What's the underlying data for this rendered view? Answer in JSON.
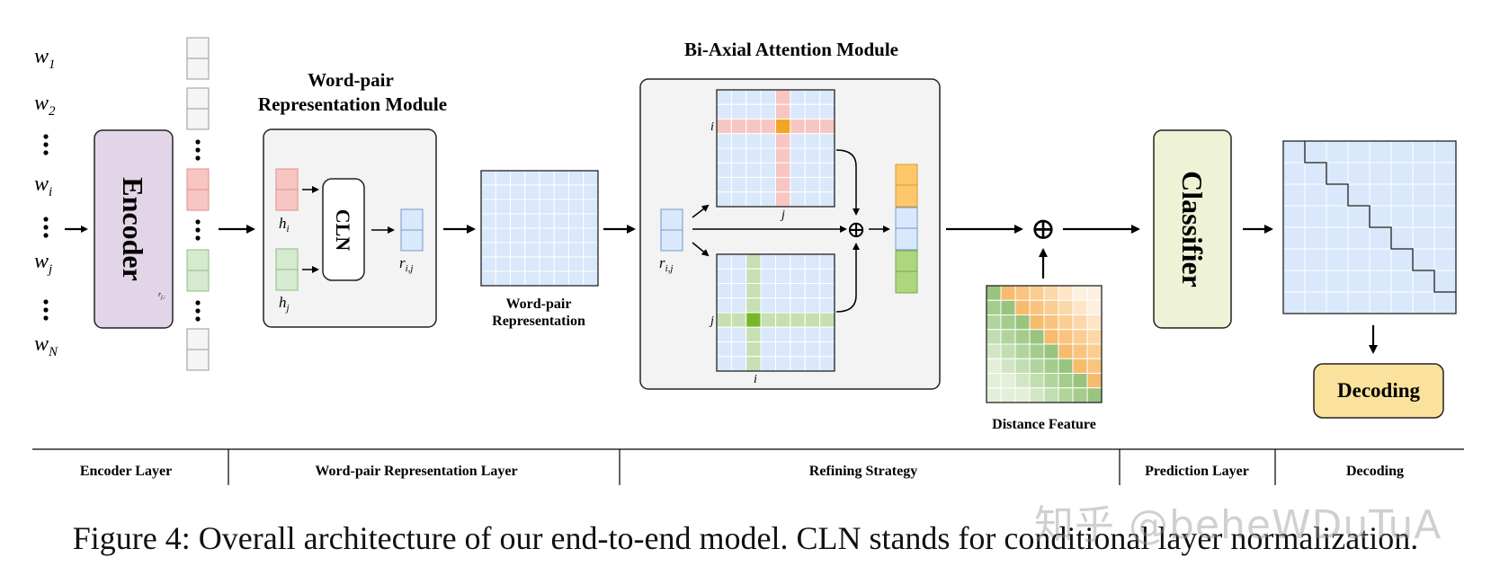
{
  "words": [
    "w1",
    "w2",
    "wi",
    "wj",
    "wN"
  ],
  "encoder": {
    "label": "Encoder",
    "tag": "r j,:"
  },
  "word_pair_module": {
    "title_line1": "Word-pair",
    "title_line2": "Representation Module",
    "cln_label": "CLN",
    "h_i": "h",
    "h_i_sub": "i",
    "h_j": "h",
    "h_j_sub": "j",
    "r_ij": "r",
    "r_ij_sub": "i,j"
  },
  "word_pair_representation": {
    "line1": "Word-pair",
    "line2": "Representation"
  },
  "biaxial": {
    "title": "Bi-Axial Attention Module",
    "top_row_label": "i",
    "top_col_label": "j",
    "bottom_row_label": "j",
    "bottom_col_label": "i",
    "plus": "⊕",
    "r_ij": "r",
    "r_ij_sub": "i,j"
  },
  "distance_feature": {
    "label": "Distance Feature",
    "plus": "⊕"
  },
  "classifier": {
    "label": "Classifier"
  },
  "decoding": {
    "label": "Decoding"
  },
  "layers": [
    "Encoder Layer",
    "Word-pair Representation Layer",
    "Refining Strategy",
    "Prediction Layer",
    "Decoding"
  ],
  "caption": "Figure 4: Overall architecture of our end-to-end model. CLN stands for conditional layer normalization.",
  "watermark": "知乎 @beheWDuTuA",
  "colors": {
    "encoder_fill": "#e3d5e8",
    "classifier_fill": "#eef2d6",
    "decoding_fill": "#fbe29c",
    "grid_fill": "#dae8fb",
    "pink": "#f7c6c3",
    "pink_dark": "#f2a623",
    "green": "#c6e0b4",
    "green_dark": "#77b82a",
    "module_bg": "#f3f3f3"
  }
}
